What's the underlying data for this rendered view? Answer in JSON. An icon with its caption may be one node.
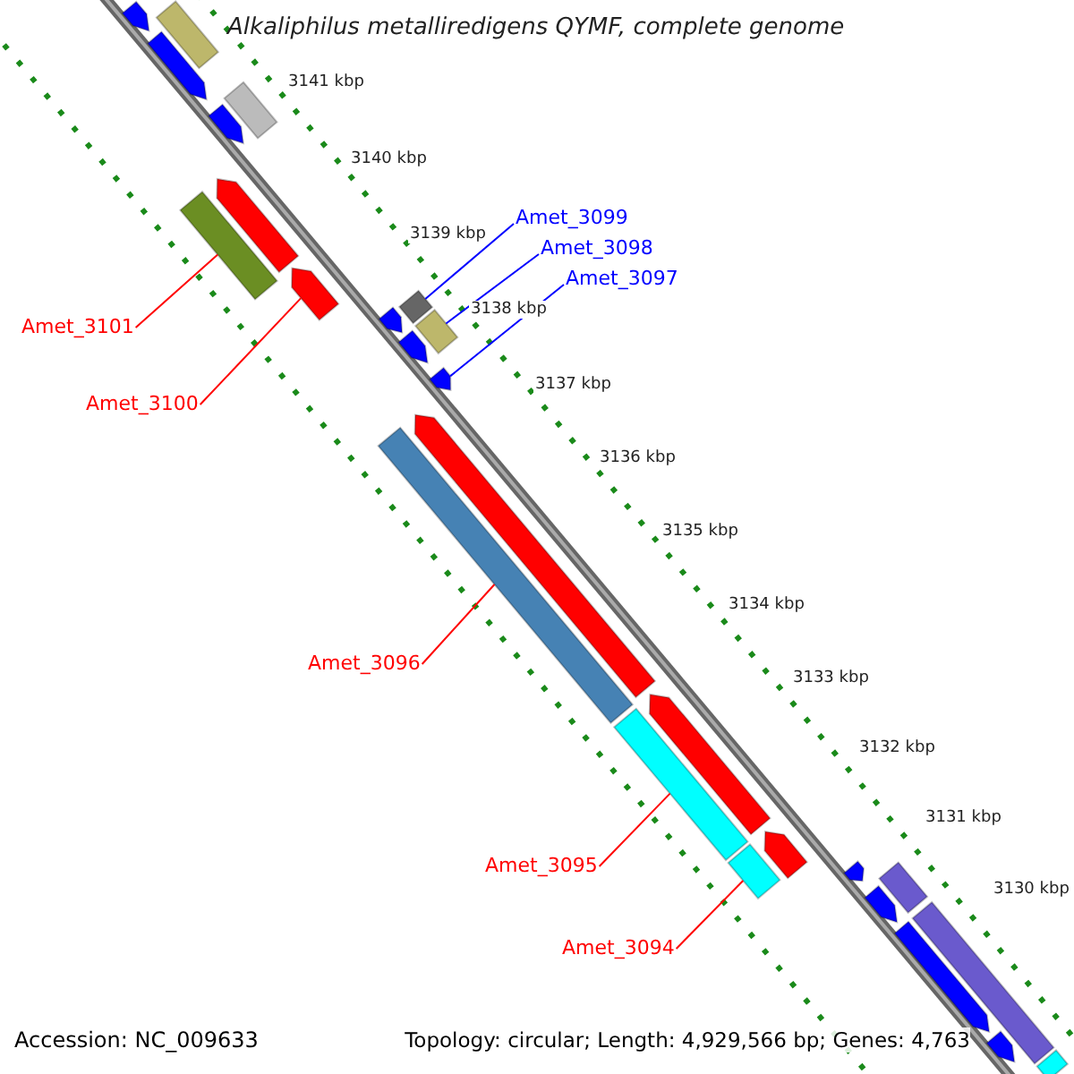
{
  "diagram": {
    "title": "Alkaliphilus metalliredigens QYMF, complete genome",
    "nodes": [
      {
        "text": [
          "Amet_3099"
        ]
      },
      {
        "text": [
          "Amet_3098"
        ]
      },
      {
        "text": [
          "Amet_3097"
        ]
      },
      {
        "text": [
          "Amet_3101"
        ]
      },
      {
        "text": [
          "Amet_3100"
        ]
      },
      {
        "text": [
          "Amet_3096"
        ]
      },
      {
        "text": [
          "Amet_3095"
        ]
      },
      {
        "text": [
          "Amet_3094"
        ]
      },
      {
        "text": [],
        "shape": "bar"
      },
      {
        "text": [],
        "shape": "arrow"
      },
      {
        "text": [],
        "shape": "arrow"
      },
      {
        "text": [],
        "shape": "bar"
      },
      {
        "text": [],
        "shape": "arrow"
      },
      {
        "text": [],
        "shape": "arrow"
      },
      {
        "text": [],
        "shape": "bar"
      },
      {
        "text": [],
        "shape": "arrow"
      },
      {
        "text": [],
        "shape": "arrow"
      },
      {
        "text": [],
        "shape": "bar"
      },
      {
        "text": [],
        "shape": "bar"
      },
      {
        "text": [],
        "shape": "arrow"
      },
      {
        "text": [],
        "shape": "arrow"
      },
      {
        "text": [],
        "shape": "arrow"
      },
      {
        "text": [],
        "shape": "bar"
      },
      {
        "text": [],
        "shape": "arrow"
      },
      {
        "text": [],
        "shape": "bar"
      },
      {
        "text": [],
        "shape": "arrow"
      },
      {
        "text": [],
        "shape": "bar"
      },
      {
        "text": [],
        "shape": "arrow"
      },
      {
        "text": [],
        "shape": "bar"
      },
      {
        "text": [],
        "shape": "arrow"
      },
      {
        "text": [],
        "shape": "bar"
      },
      {
        "text": [],
        "shape": "arrow"
      },
      {
        "text": [],
        "shape": "arrow"
      },
      {
        "text": [],
        "shape": "bar"
      }
    ],
    "edges": [
      {
        "from": 0,
        "to": 17,
        "arrow": "none",
        "color": "#0000ff"
      },
      {
        "from": 1,
        "to": 18,
        "arrow": "none",
        "color": "#0000ff"
      },
      {
        "from": 2,
        "to": 20,
        "arrow": "none",
        "color": "#0000ff"
      },
      {
        "from": 3,
        "to": 14,
        "arrow": "none"
      },
      {
        "from": 4,
        "to": 15,
        "arrow": "none"
      },
      {
        "from": 5,
        "to": 22,
        "arrow": "none"
      },
      {
        "from": 6,
        "to": 24,
        "arrow": "none"
      },
      {
        "from": 7,
        "to": 26,
        "arrow": "none"
      }
    ],
    "labels": [
      "3141 kbp",
      "3140 kbp",
      "3139 kbp",
      "3138 kbp",
      "3137 kbp",
      "3136 kbp",
      "3135 kbp",
      "3134 kbp",
      "3133 kbp",
      "3132 kbp",
      "3131 kbp",
      "3130 kbp",
      "Accession: NC_009633",
      "Topology: circular; Length: 4,929,566 bp; Genes: 4,763"
    ]
  }
}
